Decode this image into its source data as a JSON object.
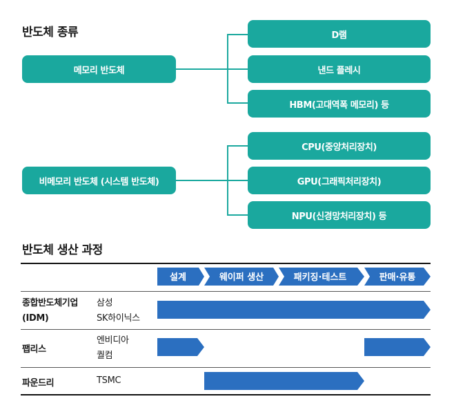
{
  "section1": {
    "title": "반도체 종류",
    "memory": {
      "label": "메모리 반도체",
      "items": [
        "D램",
        "낸드 플레시",
        "HBM(고대역폭 메모리) 등"
      ]
    },
    "nonmemory": {
      "label": "비메모리 반도체 (시스템 반도체)",
      "items": [
        "CPU(중앙처리장치)",
        "GPU(그래픽처리장치)",
        "NPU(신경망처리장치) 등"
      ]
    }
  },
  "section2": {
    "title": "반도체 생산 과정",
    "stages": [
      "설계",
      "웨이퍼 생산",
      "패키징·테스트",
      "판매·유통"
    ],
    "rows": [
      {
        "label_line1": "종합반도체기업",
        "label_line2": "(IDM)",
        "companies": [
          "삼성",
          "SK하이닉스"
        ],
        "covers": "설계 → 판매·유통"
      },
      {
        "label_line1": "팹리스",
        "label_line2": "",
        "companies": [
          "엔비디아",
          "퀄컴"
        ],
        "covers": "설계, 판매·유통"
      },
      {
        "label_line1": "파운드리",
        "label_line2": "",
        "companies": [
          "TSMC"
        ],
        "covers": "웨이퍼 생산 → 패키징·테스트"
      }
    ]
  },
  "colors": {
    "teal": "#1aa89e",
    "blue": "#2b6fc0"
  }
}
